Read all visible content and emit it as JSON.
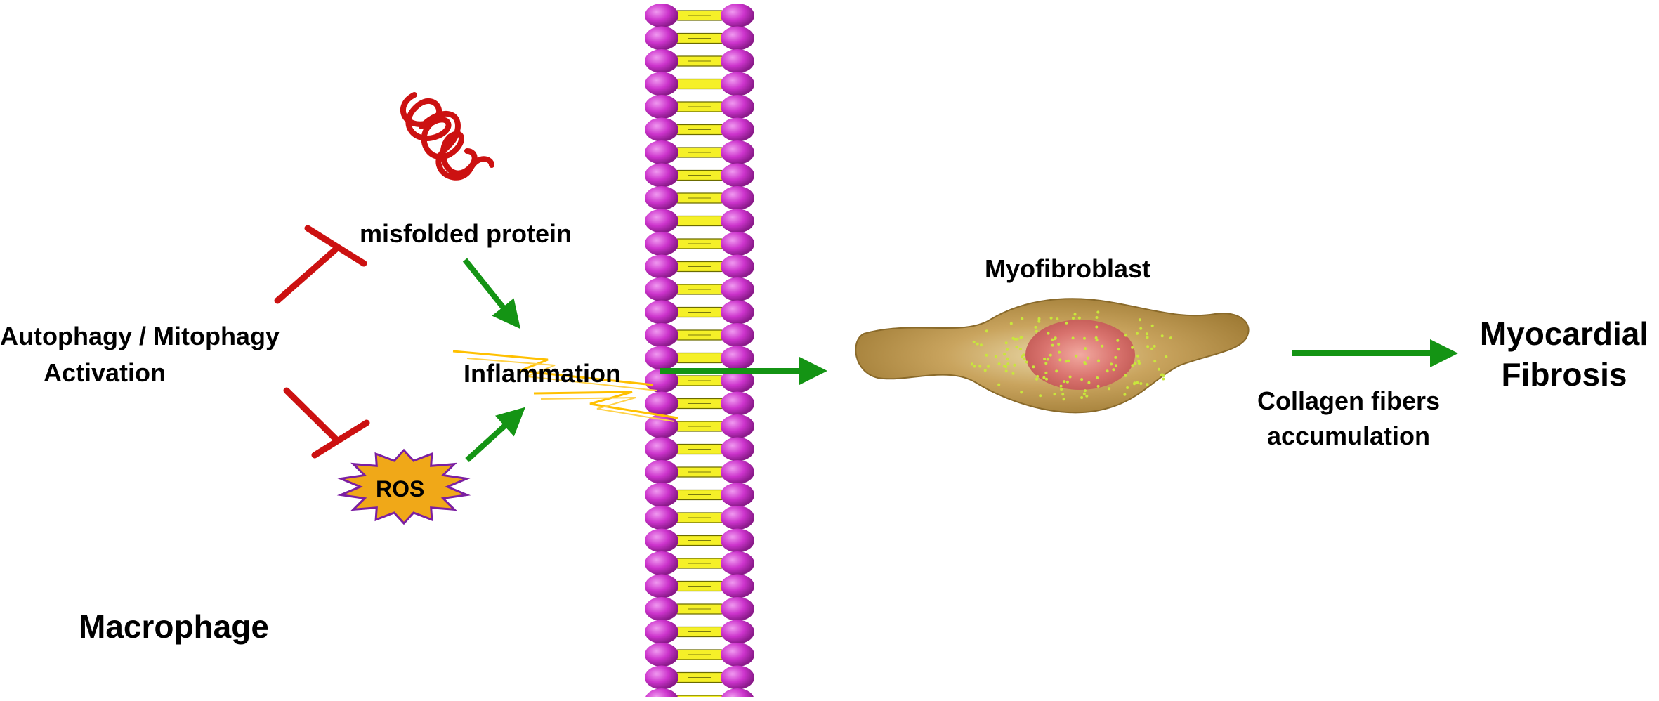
{
  "labels": {
    "misfolded_protein": "misfolded protein",
    "autophagy_line1": "Autophagy / Mitophagy",
    "autophagy_line2": "Activation",
    "inflammation": "Inflammation",
    "ros": "ROS",
    "macrophage": "Macrophage",
    "myofibroblast": "Myofibroblast",
    "collagen_line1": "Collagen fibers",
    "collagen_line2": "accumulation",
    "myocardial_line1": "Myocardial",
    "myocardial_line2": "Fibrosis"
  },
  "colors": {
    "inhibition": "#cc1111",
    "activation_arrow": "#149414",
    "membrane_head": "#cc33cc",
    "membrane_tail": "#f5f028",
    "ros_fill": "#f0a818",
    "ros_stroke": "#7b1fa2",
    "lightning": "#ffc000",
    "cell_body": "#b08a3e",
    "nucleus": "#d9736e",
    "granules": "#c8e63c"
  }
}
